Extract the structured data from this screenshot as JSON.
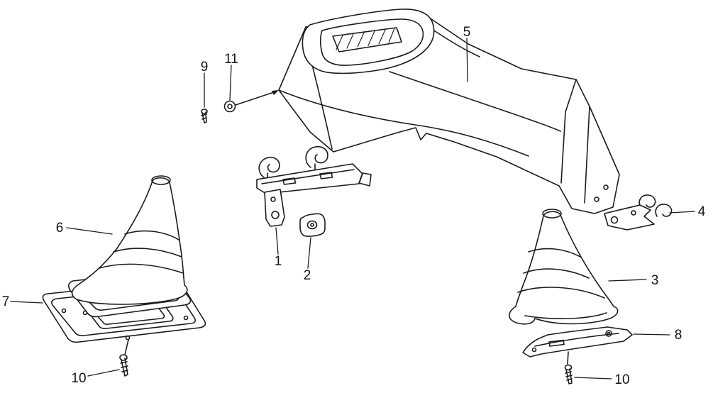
{
  "diagram": {
    "type": "exploded-parts-diagram",
    "background_color": "#ffffff",
    "line_color": "#1b1b1b",
    "labels": {
      "part1": "1",
      "part2": "2",
      "part3": "3",
      "part4": "4",
      "part5": "5",
      "part6": "6",
      "part7": "7",
      "part8": "8",
      "part9": "9",
      "part10_left": "10",
      "part10_right": "10",
      "part11": "11"
    }
  }
}
